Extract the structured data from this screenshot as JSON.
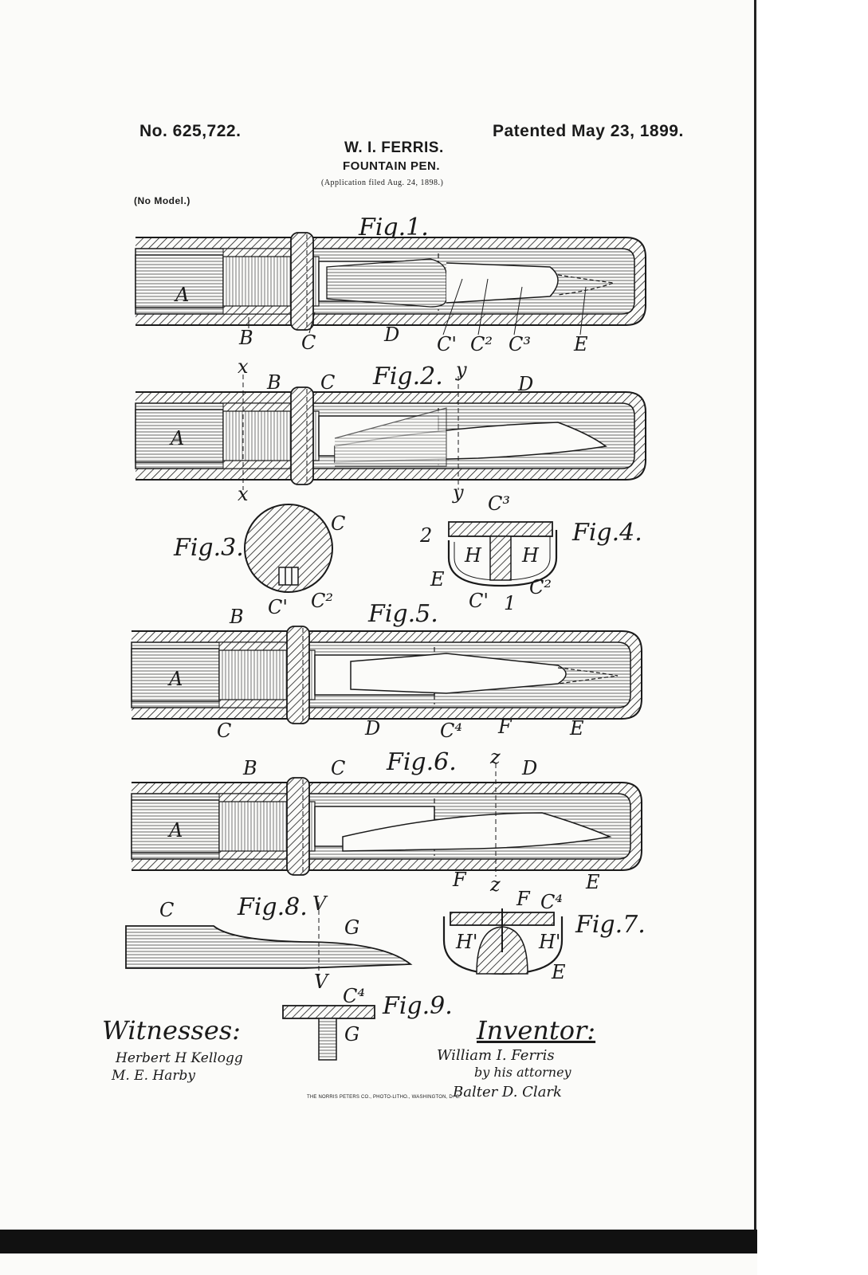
{
  "header": {
    "patent_number": "No. 625,722.",
    "patent_date": "Patented May 23, 1899.",
    "inventor": "W. I. FERRIS.",
    "title": "FOUNTAIN PEN.",
    "application": "(Application filed Aug. 24, 1898.)",
    "model": "(No Model.)"
  },
  "figures": {
    "fig1": {
      "title": "Fig.1.",
      "labels": {
        "A": "A",
        "B": "B",
        "C": "C",
        "D": "D",
        "C1": "C'",
        "C2": "C²",
        "C3": "C³",
        "E": "E"
      }
    },
    "fig2": {
      "title": "Fig.2.",
      "labels": {
        "x_top": "x",
        "B": "B",
        "C": "C",
        "y_top": "y",
        "D": "D",
        "A": "A",
        "x_bot": "x",
        "y_bot": "y"
      }
    },
    "fig3": {
      "title": "Fig.3.",
      "labels": {
        "C": "C",
        "C1": "C'",
        "C2": "C²"
      }
    },
    "fig4": {
      "title": "Fig.4.",
      "labels": {
        "C3": "C³",
        "two": "2",
        "H1": "H",
        "H2": "H",
        "E": "E",
        "C1": "C'",
        "one": "1",
        "C2": "C²"
      }
    },
    "fig5": {
      "title": "Fig.5.",
      "labels": {
        "B": "B",
        "A": "A",
        "C": "C",
        "D": "D",
        "C4": "C⁴",
        "F": "F",
        "E": "E"
      }
    },
    "fig6": {
      "title": "Fig.6.",
      "labels": {
        "B": "B",
        "C": "C",
        "z_top": "z",
        "D": "D",
        "A": "A",
        "F": "F",
        "z_bot": "z",
        "E": "E"
      }
    },
    "fig7": {
      "title": "Fig.7.",
      "labels": {
        "F": "F",
        "C4": "C⁴",
        "H1": "H'",
        "H2": "H'",
        "E": "E"
      }
    },
    "fig8": {
      "title": "Fig.8.",
      "labels": {
        "C": "C",
        "v_top": "V",
        "G": "G",
        "v_bot": "V"
      }
    },
    "fig9": {
      "title": "Fig.9.",
      "labels": {
        "C4": "C⁴",
        "G": "G"
      }
    }
  },
  "signatures": {
    "witnesses_label": "Witnesses:",
    "witness_1": "Herbert H Kellogg",
    "witness_2": "M. E. Harby",
    "inventor_label": "Inventor:",
    "inventor_signature": "William I. Ferris",
    "attorney_line": "by his attorney",
    "attorney_signature": "Balter D. Clark"
  },
  "footer": {
    "printer": "THE NORRIS PETERS CO., PHOTO-LITHO., WASHINGTON, D. C."
  }
}
